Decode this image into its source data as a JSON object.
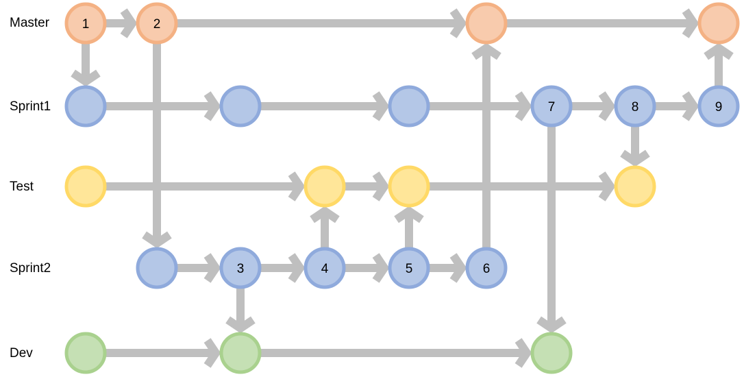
{
  "lanes": [
    {
      "id": "master",
      "label": "Master",
      "fill": "#F8CBAD",
      "stroke": "#F4B183"
    },
    {
      "id": "sprint1",
      "label": "Sprint1",
      "fill": "#B4C7E7",
      "stroke": "#8FAADC"
    },
    {
      "id": "test",
      "label": "Test",
      "fill": "#FFE699",
      "stroke": "#FFD966"
    },
    {
      "id": "sprint2",
      "label": "Sprint2",
      "fill": "#B4C7E7",
      "stroke": "#8FAADC"
    },
    {
      "id": "dev",
      "label": "Dev",
      "fill": "#C5E0B4",
      "stroke": "#A9D18E"
    }
  ],
  "arrow_color": "#BFBFBF",
  "nodes": [
    {
      "id": "m1",
      "lane": "master",
      "col": 0,
      "label": "1"
    },
    {
      "id": "m2",
      "lane": "master",
      "col": 1,
      "label": "2"
    },
    {
      "id": "m3",
      "lane": "master",
      "col": 5,
      "label": ""
    },
    {
      "id": "m4",
      "lane": "master",
      "col": 8,
      "label": ""
    },
    {
      "id": "s1a",
      "lane": "sprint1",
      "col": 0,
      "label": ""
    },
    {
      "id": "s1b",
      "lane": "sprint1",
      "col": 2,
      "label": ""
    },
    {
      "id": "s1c",
      "lane": "sprint1",
      "col": 4,
      "label": ""
    },
    {
      "id": "s1d",
      "lane": "sprint1",
      "col": 6,
      "label": "7"
    },
    {
      "id": "s1e",
      "lane": "sprint1",
      "col": 7,
      "label": "8"
    },
    {
      "id": "s1f",
      "lane": "sprint1",
      "col": 8,
      "label": "9"
    },
    {
      "id": "ta",
      "lane": "test",
      "col": 0,
      "label": ""
    },
    {
      "id": "tb",
      "lane": "test",
      "col": 3,
      "label": ""
    },
    {
      "id": "tc",
      "lane": "test",
      "col": 4,
      "label": ""
    },
    {
      "id": "td",
      "lane": "test",
      "col": 7,
      "label": ""
    },
    {
      "id": "s2a",
      "lane": "sprint2",
      "col": 1,
      "label": ""
    },
    {
      "id": "s2b",
      "lane": "sprint2",
      "col": 2,
      "label": "3"
    },
    {
      "id": "s2c",
      "lane": "sprint2",
      "col": 3,
      "label": "4"
    },
    {
      "id": "s2d",
      "lane": "sprint2",
      "col": 4,
      "label": "5"
    },
    {
      "id": "s2e",
      "lane": "sprint2",
      "col": 5,
      "label": "6"
    },
    {
      "id": "da",
      "lane": "dev",
      "col": 0,
      "label": ""
    },
    {
      "id": "db",
      "lane": "dev",
      "col": 2,
      "label": ""
    },
    {
      "id": "dc",
      "lane": "dev",
      "col": 6,
      "label": ""
    }
  ],
  "edges": [
    [
      "m1",
      "m2"
    ],
    [
      "m2",
      "m3"
    ],
    [
      "m3",
      "m4"
    ],
    [
      "m1",
      "s1a"
    ],
    [
      "m2",
      "s2a"
    ],
    [
      "s1a",
      "s1b"
    ],
    [
      "s1b",
      "s1c"
    ],
    [
      "s1c",
      "s1d"
    ],
    [
      "s1d",
      "s1e"
    ],
    [
      "s1e",
      "s1f"
    ],
    [
      "s1f",
      "m4"
    ],
    [
      "s1e",
      "td"
    ],
    [
      "s1d",
      "dc"
    ],
    [
      "ta",
      "tb"
    ],
    [
      "tb",
      "tc"
    ],
    [
      "tc",
      "td"
    ],
    [
      "s2a",
      "s2b"
    ],
    [
      "s2b",
      "s2c"
    ],
    [
      "s2c",
      "s2d"
    ],
    [
      "s2d",
      "s2e"
    ],
    [
      "s2c",
      "tb"
    ],
    [
      "s2d",
      "tc"
    ],
    [
      "s2e",
      "m3"
    ],
    [
      "s2b",
      "db"
    ],
    [
      "da",
      "db"
    ],
    [
      "db",
      "dc"
    ]
  ]
}
